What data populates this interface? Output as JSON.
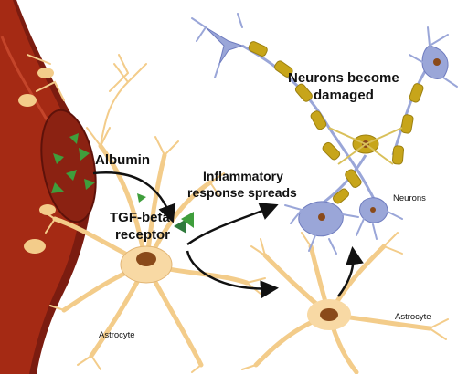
{
  "labels": {
    "albumin": "Albumin",
    "tgf_line1": "TGF-beta",
    "tgf_line2": "receptor",
    "inflam_line1": "Inflammatory",
    "inflam_line2": "response spreads",
    "damaged_line1": "Neurons become",
    "damaged_line2": "damaged",
    "neurons": "Neurons",
    "astrocyte_left": "Astrocyte",
    "astrocyte_right": "Astrocyte"
  },
  "colors": {
    "vessel_dark": "#7b1c10",
    "vessel": "#a52a14",
    "vessel_light": "#c4452a",
    "astrocyte": "#f8d9a4",
    "astrocyte_outline": "#e2b574",
    "nucleus": "#8a4a1a",
    "neuron": "#9aa6d8",
    "neuron_outline": "#6f7cbf",
    "myelin": "#c7a51a",
    "myelin_outline": "#9c8010",
    "albumin_green": "#3f9e3c",
    "receptor_green": "#2f7a3c"
  }
}
